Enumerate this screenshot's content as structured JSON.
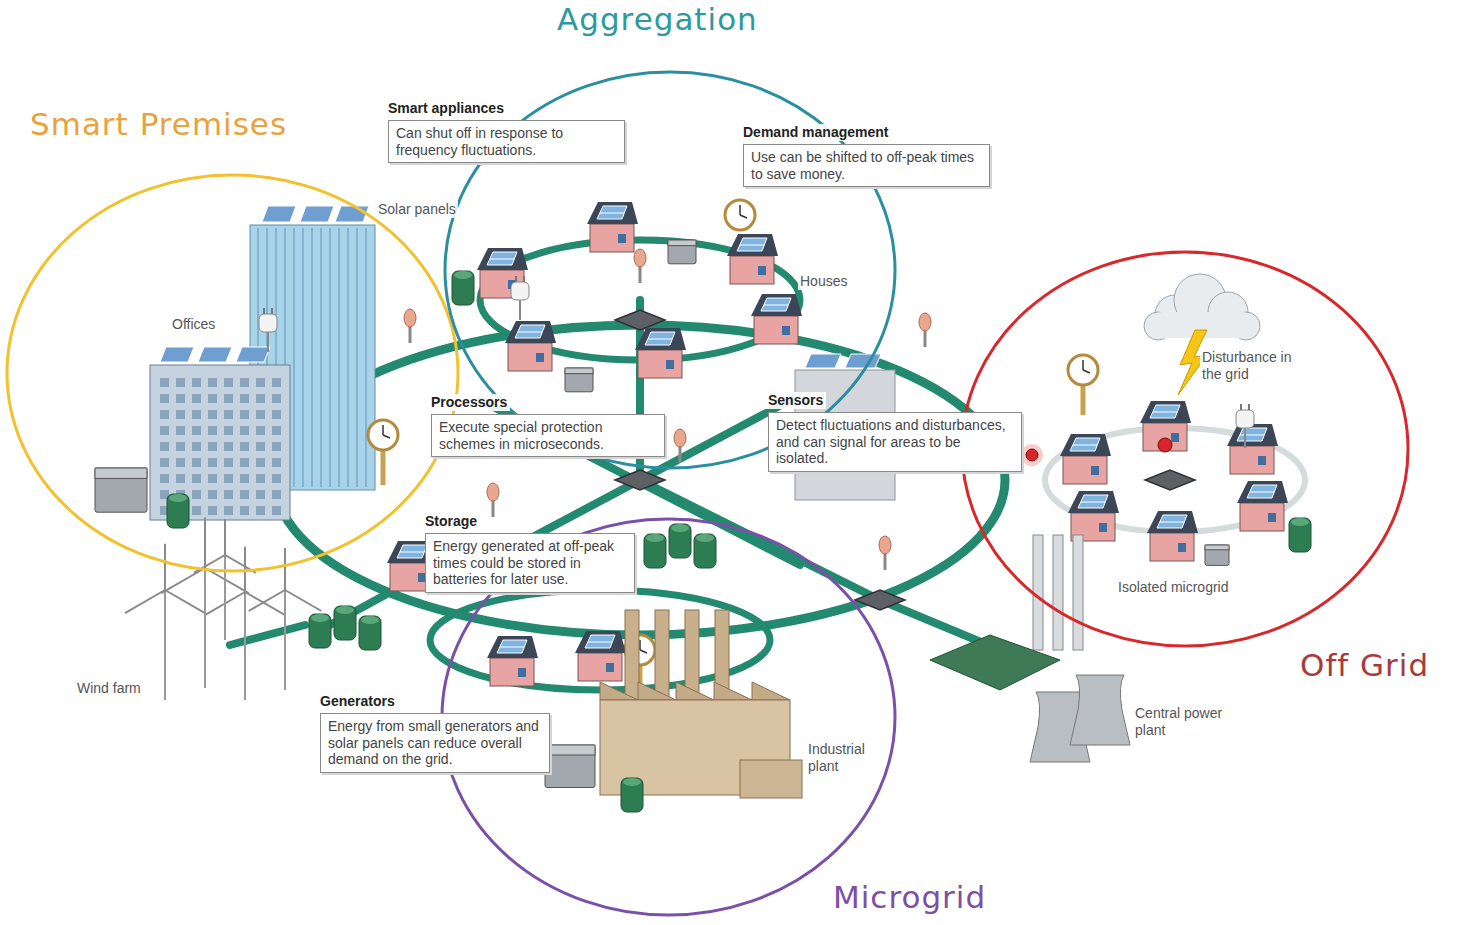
{
  "diagram": {
    "nodes": [
      {
        "text": [
          "Smart Premises"
        ]
      },
      {
        "text": [
          "Aggregation"
        ]
      },
      {
        "text": [
          "Off Grid"
        ]
      },
      {
        "text": [
          "Microgrid"
        ]
      },
      {
        "text": [
          "Smart appliances",
          "Can shut off in response to frequency fluctuations."
        ]
      },
      {
        "text": [
          "Demand management",
          "Use can be shifted to off-peak times to save money."
        ]
      },
      {
        "text": [
          "Processors",
          "Execute special protection schemes in microseconds."
        ]
      },
      {
        "text": [
          "Sensors",
          "Detect fluctuations and disturbances, and can signal for areas to be isolated."
        ]
      },
      {
        "text": [
          "Storage",
          "Energy generated at off-peak times could be stored in batteries for later use."
        ]
      },
      {
        "text": [
          "Generators",
          "Energy from small generators and solar panels can reduce overall demand on the grid."
        ]
      }
    ],
    "labels": [
      "Solar panels",
      "Offices",
      "Houses",
      "Disturbance in the grid",
      "Isolated microgrid",
      "Wind farm",
      "Industrial plant",
      "Central power plant"
    ]
  }
}
